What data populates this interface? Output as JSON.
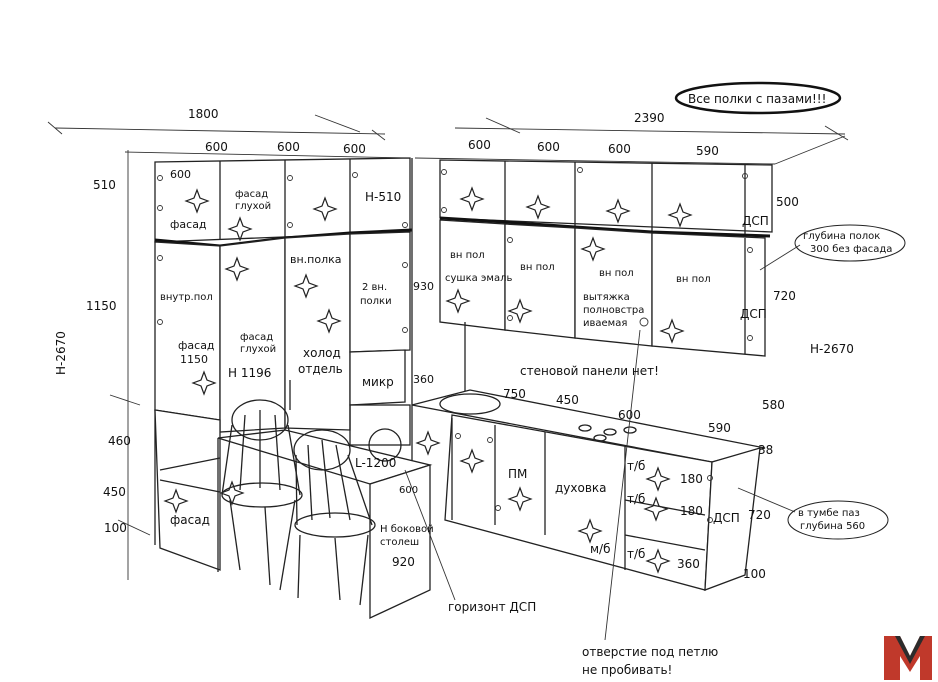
{
  "dimensions": {
    "left_width": "1800",
    "right_width": "2390",
    "left_600_a": "600",
    "left_600_b": "600",
    "left_600_c": "600",
    "right_600_a": "600",
    "right_600_b": "600",
    "right_600_c": "600",
    "right_590_top": "590",
    "h510": "510",
    "h1150": "1150",
    "h460": "460",
    "h450": "450",
    "h100_left": "100",
    "h2670_left": "Н-2670",
    "h2670_right": "Н-2670",
    "d500": "500",
    "d720_top": "720",
    "d580": "580",
    "d590_counter": "590",
    "d38": "38",
    "d720_bottom": "720",
    "d100_right": "100",
    "d750": "750",
    "d450_counter": "450",
    "d600_counter": "600",
    "d930": "930",
    "d360": "360",
    "d180_a": "180",
    "d180_b": "180",
    "d360_drawer": "360",
    "d600_table": "600",
    "d920": "920"
  },
  "labels": {
    "all_shelves": "Все полки с пазами!!!",
    "shelf_depth": "глубина полок\n300 без фасада",
    "pedestal_groove": "в тумбе паз\nглубина 560",
    "facade_600": "600",
    "facade_glukhoy_top": "фасад\nглухой",
    "facade_left_top": "фасад",
    "h510_label": "Н-510",
    "vn_polka": "вн.полка",
    "two_vn_polki": "2 вн.\nполки",
    "vnutr_pol": "внутр.пол",
    "facade_1150": "фасад\n1150",
    "facade_glukhoy_mid": "фасад\nглухой",
    "h1196": "Н 1196",
    "kholod_otdel": "холод\nотдель",
    "mikr": "микр",
    "facade_bottom": "фасад",
    "l1200": "L-1200",
    "h_bokovoy": "Н боковой\nстолеш",
    "gorizont_dsp": "горизонт ДСП",
    "vn_pol_1": "вн пол",
    "sushka": "сушка эмаль",
    "vn_pol_2": "вн пол",
    "vn_pol_3": "вн пол",
    "vn_pol_4": "вн пол",
    "vytyazhka": "вытяжка\nполновстра\nиваемая",
    "dsp_top": "ДСП",
    "dsp_mid": "ДСП",
    "dsp_bottom": "ДСП",
    "no_wall_panel": "стеновой панели нет!",
    "pm": "ПМ",
    "dukhovka": "духовка",
    "tb_1": "т/б",
    "tb_2": "т/б",
    "tb_3": "т/б",
    "mb": "м/б",
    "hole_note": "отверстие под петлю\nне пробивать!"
  },
  "brand": {
    "logo_letter": "M",
    "logo_color": "#c0392b",
    "logo_dark": "#2c2c2c"
  }
}
